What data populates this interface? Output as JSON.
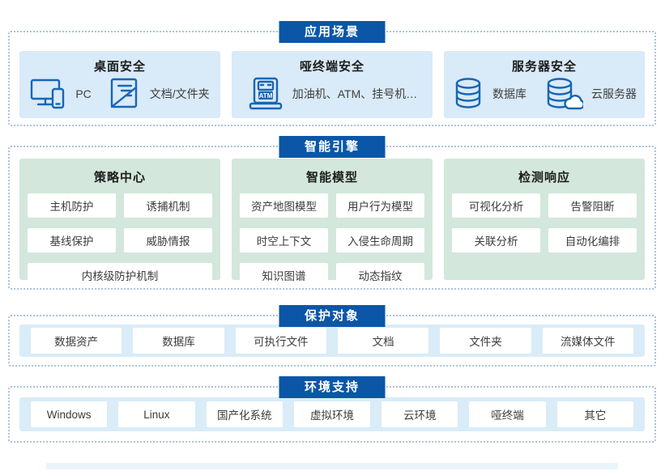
{
  "colors": {
    "badge_bg": "#0b56a7",
    "scene_card_bg": "#d9eaf8",
    "engine_panel_bg": "#d3e7dc",
    "band_bg": "#d9ecf8",
    "chip_bg": "#ffffff",
    "icon_blue": "#1866b4",
    "dotted_border": "#a9c3de"
  },
  "sections": [
    {
      "badge": "应用场景",
      "cards": [
        {
          "title": "桌面安全",
          "items": [
            {
              "icon": "pc-icon",
              "label": "PC"
            },
            {
              "icon": "document-folder-icon",
              "label": "文档/文件夹"
            }
          ]
        },
        {
          "title": "哑终端安全",
          "items": [
            {
              "icon": "atm-terminal-icon",
              "label": "加油机、ATM、挂号机…"
            }
          ]
        },
        {
          "title": "服务器安全",
          "items": [
            {
              "icon": "database-icon",
              "label": "数据库"
            },
            {
              "icon": "cloud-server-icon",
              "label": "云服务器"
            }
          ]
        }
      ]
    },
    {
      "badge": "智能引擎",
      "panels": [
        {
          "title": "策略中心",
          "chips": [
            "主机防护",
            "诱捕机制",
            "基线保护",
            "威胁情报",
            "内核级防护机制"
          ]
        },
        {
          "title": "智能模型",
          "chips": [
            "资产地图模型",
            "用户行为模型",
            "时空上下文",
            "入侵生命周期",
            "知识图谱",
            "动态指纹"
          ]
        },
        {
          "title": "检测响应",
          "chips": [
            "可视化分析",
            "告警阻断",
            "关联分析",
            "自动化编排"
          ]
        }
      ]
    },
    {
      "badge": "保护对象",
      "chips": [
        "数据资产",
        "数据库",
        "可执行文件",
        "文档",
        "文件夹",
        "流媒体文件"
      ]
    },
    {
      "badge": "环境支持",
      "chips": [
        "Windows",
        "Linux",
        "国产化系统",
        "虚拟环境",
        "云环境",
        "哑终端",
        "其它"
      ]
    }
  ],
  "atm_icon_text": "ATM"
}
